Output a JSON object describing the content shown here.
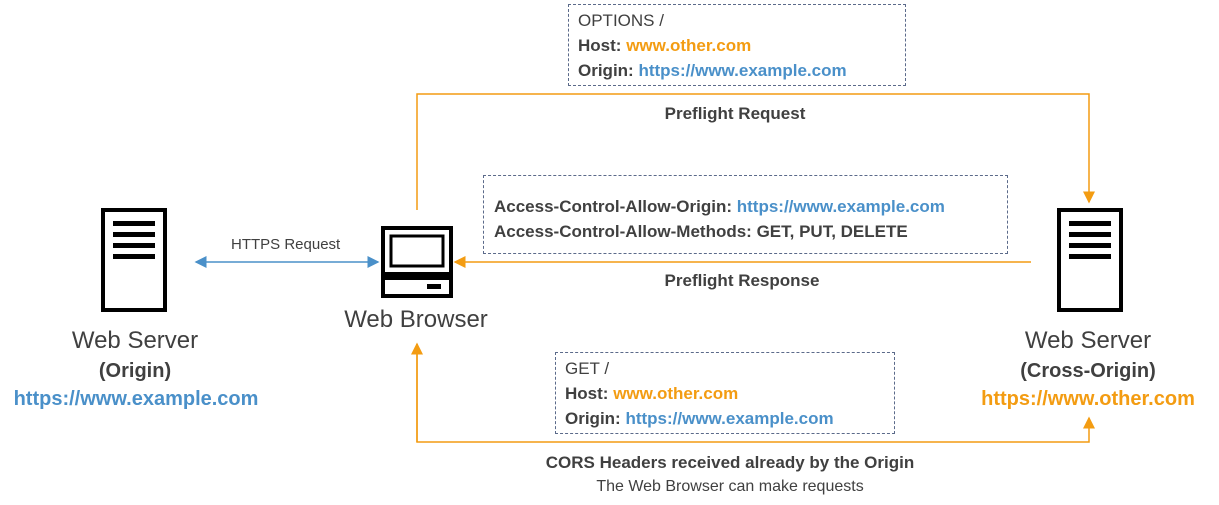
{
  "origin_server": {
    "name": "Web Server",
    "role": "(Origin)",
    "url": "https://www.example.com",
    "icon": "server-icon"
  },
  "browser": {
    "name": "Web Browser",
    "icon": "computer-icon"
  },
  "cross_server": {
    "name": "Web Server",
    "role": "(Cross-Origin)",
    "url": "https://www.other.com",
    "icon": "server-icon"
  },
  "https_request_label": "HTTPS Request",
  "preflight_request_box": {
    "method": "OPTIONS /",
    "host_label": "Host:",
    "host_value": "www.other.com",
    "origin_label": "Origin:",
    "origin_value": "https://www.example.com"
  },
  "preflight_request_label": "Preflight Request",
  "preflight_response_box": {
    "allow_origin_label": "Access-Control-Allow-Origin:",
    "allow_origin_value": "https://www.example.com",
    "allow_methods_label": "Access-Control-Allow-Methods:",
    "allow_methods_value": "GET, PUT, DELETE"
  },
  "preflight_response_label": "Preflight Response",
  "get_request_box": {
    "method": "GET /",
    "host_label": "Host:",
    "host_value": "www.other.com",
    "origin_label": "Origin:",
    "origin_value": "https://www.example.com"
  },
  "footer": {
    "title": "CORS Headers received already by the Origin",
    "subtitle": "The Web Browser can make requests"
  },
  "colors": {
    "orange": "#f39c12",
    "blue": "#4a90c9",
    "text": "#404040",
    "box_border": "#5b6a8a"
  }
}
